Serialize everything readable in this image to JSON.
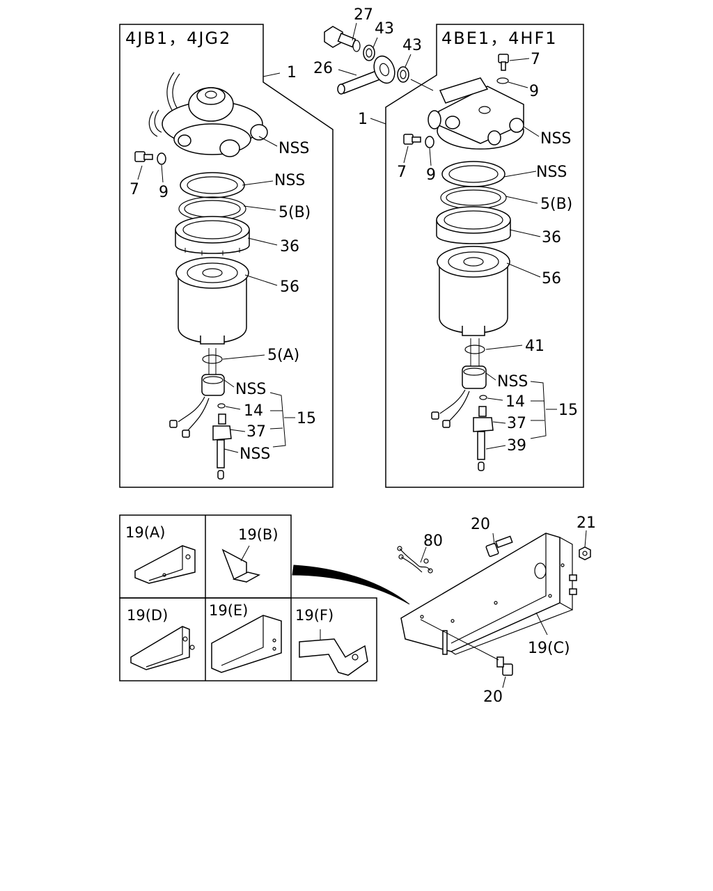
{
  "panels": {
    "left": {
      "title": "4JB1，4JG2"
    },
    "right": {
      "title": "4BE1，4HF1"
    }
  },
  "callouts": {
    "top": {
      "c27": "27",
      "c43a": "43",
      "c43b": "43",
      "c26": "26"
    },
    "left": {
      "c1": "1",
      "nss_head": "NSS",
      "c7": "7",
      "c9": "9",
      "nss_ring": "NSS",
      "c5b": "5(B)",
      "c36": "36",
      "c56": "56",
      "c5a": "5(A)",
      "nss_sensor": "NSS",
      "c14": "14",
      "c37": "37",
      "c15": "15",
      "nss_bottom": "NSS"
    },
    "right": {
      "c7": "7",
      "c9": "9",
      "c1": "1",
      "nss_head": "NSS",
      "c7b": "7",
      "c9b": "9",
      "nss_ring": "NSS",
      "c5b": "5(B)",
      "c36": "36",
      "c56": "56",
      "c41": "41",
      "nss_sensor": "NSS",
      "c14": "14",
      "c37": "37",
      "c15": "15",
      "c39": "39"
    },
    "bracket": {
      "c20a": "20",
      "c21": "21",
      "c80": "80",
      "c19c": "19(C)",
      "c20b": "20"
    }
  },
  "bracket_variants": [
    "19(A)",
    "19(B)",
    "19(D)",
    "19(E)",
    "19(F)"
  ]
}
